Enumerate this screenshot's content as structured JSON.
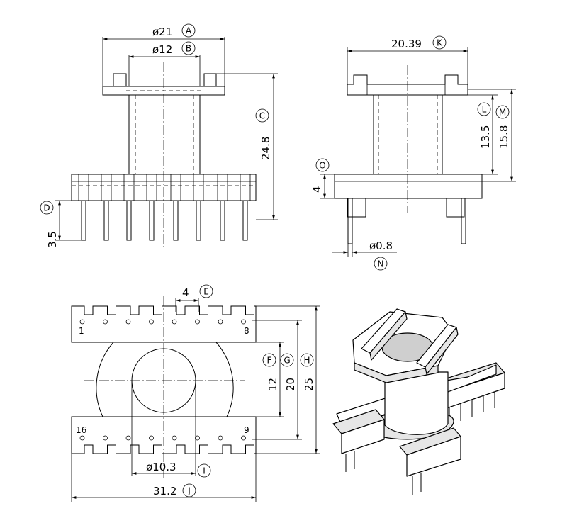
{
  "dimensions": {
    "A": {
      "value": "ø21",
      "label": "A"
    },
    "B": {
      "value": "ø12",
      "label": "B"
    },
    "C": {
      "value": "24.8",
      "label": "C"
    },
    "D": {
      "value": "3.5",
      "label": "D"
    },
    "E": {
      "value": "4",
      "label": "E"
    },
    "F": {
      "value": "12",
      "label": "F"
    },
    "G": {
      "value": "20",
      "label": "G"
    },
    "H": {
      "value": "25",
      "label": "H"
    },
    "I": {
      "value": "ø10.3",
      "label": "I"
    },
    "J": {
      "value": "31.2",
      "label": "J"
    },
    "K": {
      "value": "20.39",
      "label": "K"
    },
    "L": {
      "value": "13.5",
      "label": "L"
    },
    "M": {
      "value": "15.8",
      "label": "M"
    },
    "N": {
      "value": "ø0.8",
      "label": "N"
    },
    "O": {
      "value": "4",
      "label": "O"
    }
  },
  "pins": {
    "p1": "1",
    "p8": "8",
    "p16": "16",
    "p9": "9"
  }
}
